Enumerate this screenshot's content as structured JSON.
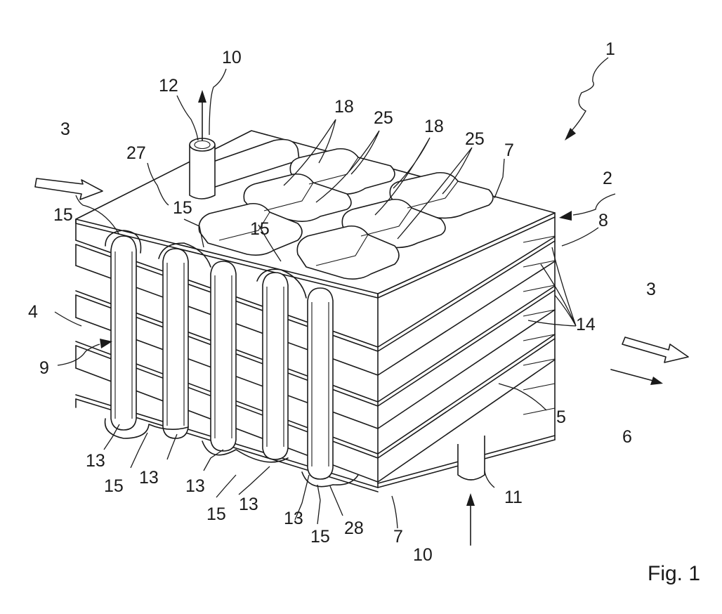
{
  "figure": {
    "caption": "Fig. 1",
    "labels": {
      "n1": "1",
      "n2": "2",
      "n3_left": "3",
      "n3_right": "3",
      "n4": "4",
      "n5": "5",
      "n6": "6",
      "n7_top": "7",
      "n7_bottom": "7",
      "n8": "8",
      "n9": "9",
      "n10_top": "10",
      "n10_bottom": "10",
      "n11": "11",
      "n12": "12",
      "n13_a": "13",
      "n13_b": "13",
      "n13_c": "13",
      "n13_d": "13",
      "n13_e": "13",
      "n14": "14",
      "n15_a": "15",
      "n15_b": "15",
      "n15_c": "15",
      "n15_d": "15",
      "n15_e": "15",
      "n15_f": "15",
      "n18_a": "18",
      "n18_b": "18",
      "n25_a": "25",
      "n25_b": "25",
      "n27": "27",
      "n28": "28"
    }
  }
}
